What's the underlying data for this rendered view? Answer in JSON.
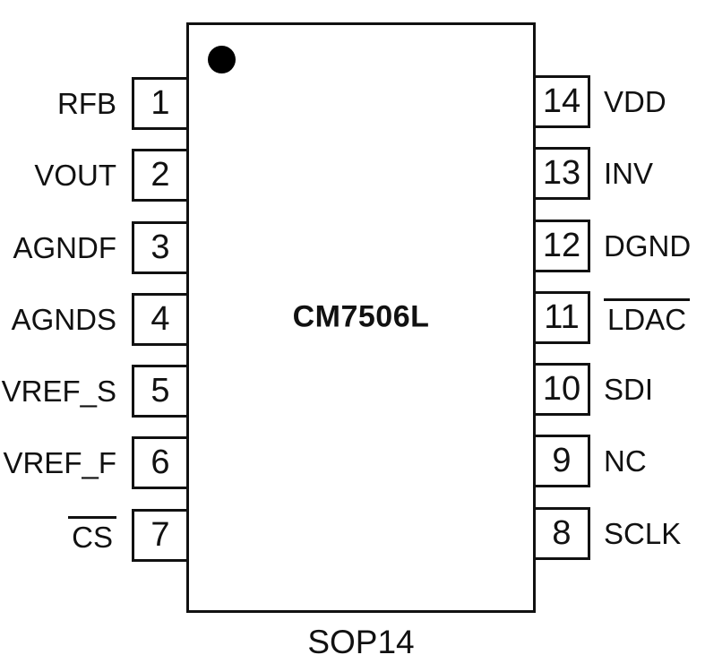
{
  "chip": {
    "name": "CM7506L",
    "package": "SOP14"
  },
  "colors": {
    "line": "#111111",
    "text": "#111111",
    "background": "#ffffff",
    "pin1_dot": "#000000"
  },
  "icons": {
    "pin1_indicator": "filled-circle"
  },
  "pins": {
    "left": [
      {
        "number": "1",
        "label": "RFB",
        "overline": false
      },
      {
        "number": "2",
        "label": "VOUT",
        "overline": false
      },
      {
        "number": "3",
        "label": "AGNDF",
        "overline": false
      },
      {
        "number": "4",
        "label": "AGNDS",
        "overline": false
      },
      {
        "number": "5",
        "label": "VREF_S",
        "overline": false
      },
      {
        "number": "6",
        "label": "VREF_F",
        "overline": false
      },
      {
        "number": "7",
        "label": "CS",
        "overline": true
      }
    ],
    "right": [
      {
        "number": "14",
        "label": "VDD",
        "overline": false
      },
      {
        "number": "13",
        "label": "INV",
        "overline": false
      },
      {
        "number": "12",
        "label": "DGND",
        "overline": false
      },
      {
        "number": "11",
        "label": "LDAC",
        "overline": true
      },
      {
        "number": "10",
        "label": "SDI",
        "overline": false
      },
      {
        "number": "9",
        "label": "NC",
        "overline": false
      },
      {
        "number": "8",
        "label": "SCLK",
        "overline": false
      }
    ]
  }
}
